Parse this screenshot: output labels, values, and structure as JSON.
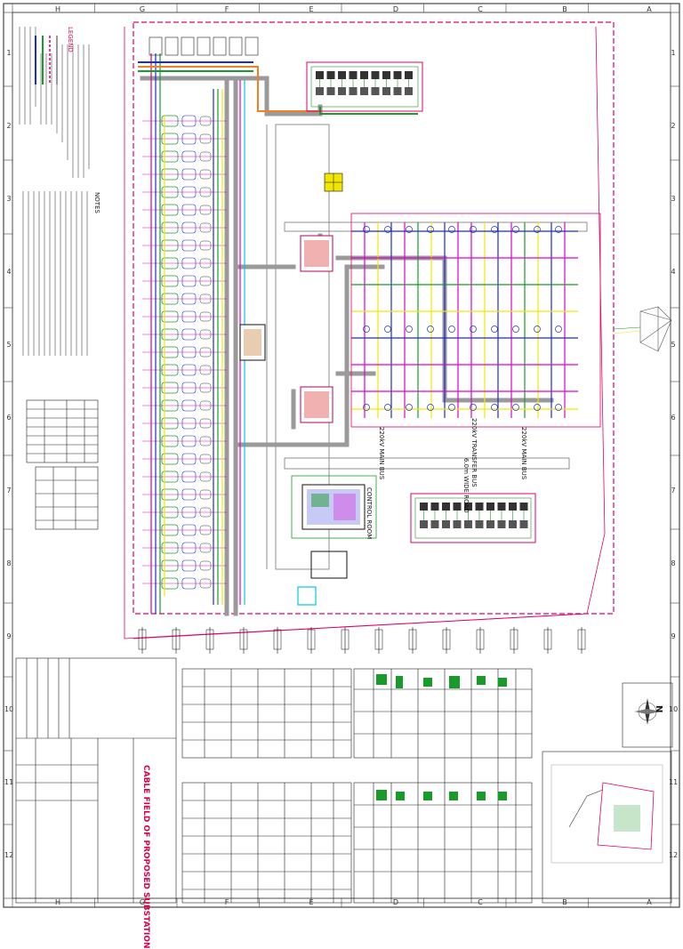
{
  "sheet": {
    "grid_columns": [
      "H",
      "G",
      "F",
      "E",
      "D",
      "C",
      "B",
      "A"
    ],
    "grid_rows": [
      "1",
      "2",
      "3",
      "4",
      "5",
      "6",
      "7",
      "8",
      "9",
      "10",
      "11",
      "12"
    ]
  },
  "labels": {
    "title_block_heading": "CABLE FIELD OF PROPOSED SUBSTATION",
    "bus_label_1": "220kV MAIN BUS",
    "bus_label_2": "220kV MAIN BUS",
    "bus_label_3": "220kV TRANSFER BUS",
    "legend_heading": "LEGEND",
    "notes_heading": "NOTES",
    "road_label": "6.0m WIDE ROAD",
    "control_room_label": "CONTROL ROOM",
    "north_label": "N"
  },
  "colors": {
    "boundary": "#e0006a",
    "cable_blue": "#1a2bd6",
    "cable_yellow": "#f2e600",
    "cable_green": "#1b9a2c",
    "cable_magenta": "#e000d0",
    "trench_grey": "#9a9a9a",
    "cable_cyan": "#00c8e0",
    "ink": "#111111"
  },
  "icons": {
    "north_arrow": "compass-icon",
    "location_map": "location-map-icon"
  }
}
